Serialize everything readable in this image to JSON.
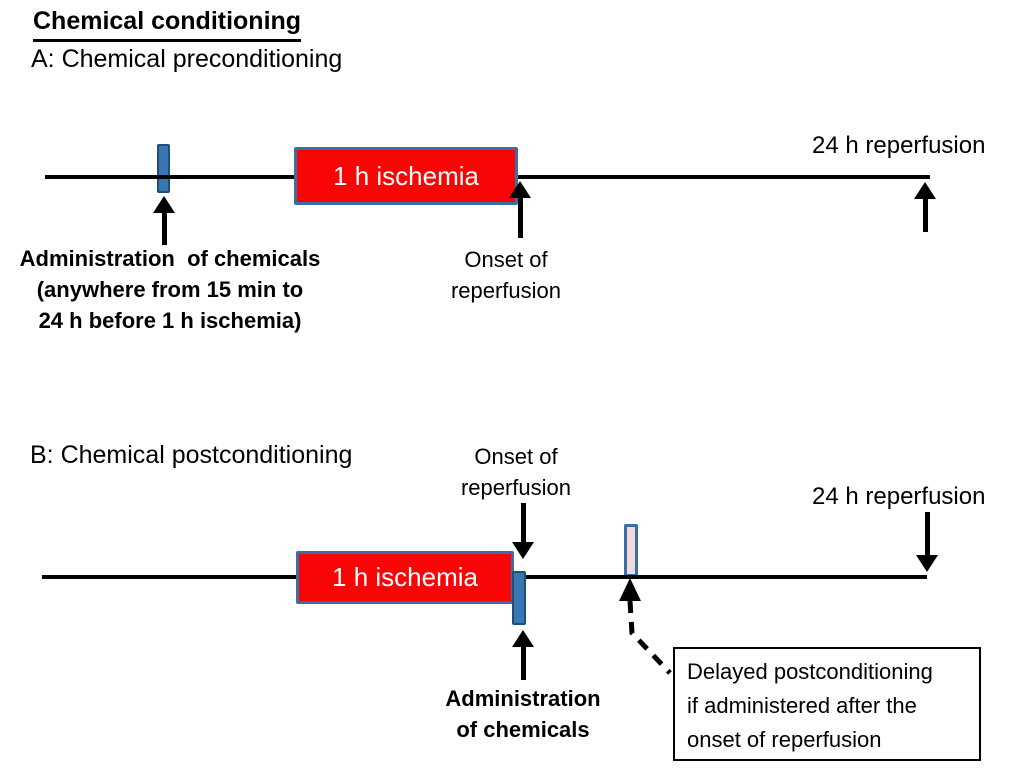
{
  "title": "Chemical conditioning",
  "colors": {
    "red": "#f90506",
    "blue_border": "#3a6ea5",
    "tick_fill": "#3877b4",
    "tick_border": "#1f4e79",
    "delayed_tick_fill": "#f2dada",
    "ink": "#000000"
  },
  "panel_a": {
    "heading": "A: Chemical preconditioning",
    "ischemia_label": "1 h ischemia",
    "reperfusion_label": "24 h reperfusion",
    "onset_label": "Onset of\nreperfusion",
    "admin_label": "Administration  of chemicals\n(anywhere from 15 min to\n24 h before 1 h ischemia)"
  },
  "panel_b": {
    "heading": "B: Chemical postconditioning",
    "ischemia_label": "1 h ischemia",
    "reperfusion_label": "24 h reperfusion",
    "onset_label": "Onset of\nreperfusion",
    "admin_label": "Administration\nof chemicals",
    "delayed_note": "Delayed postconditioning\nif administered after the\nonset of reperfusion"
  }
}
